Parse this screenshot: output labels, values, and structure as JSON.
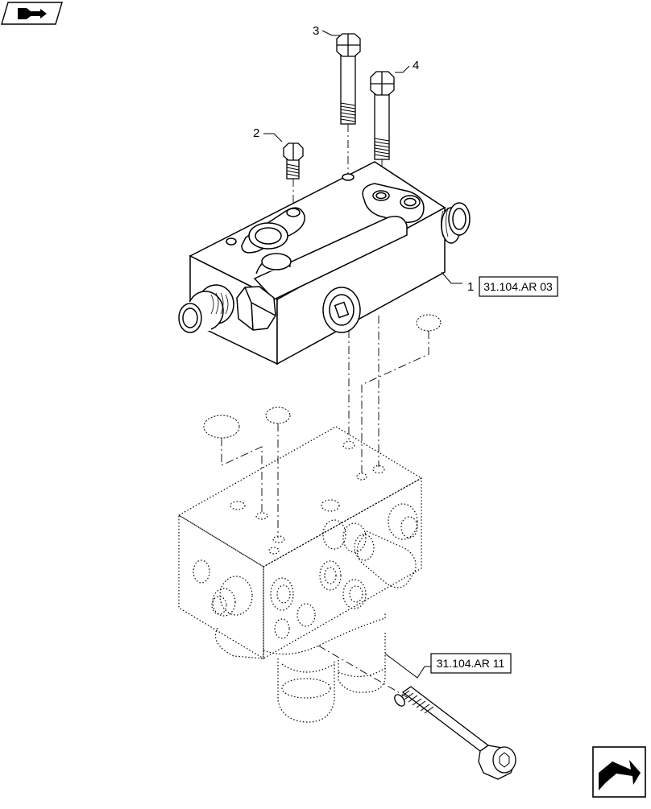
{
  "callouts": {
    "item1": "1",
    "item2": "2",
    "item3": "3",
    "item4": "4"
  },
  "references": {
    "valve_ref": "31.104.AR 03",
    "block_ref": "31.104.AR 11"
  },
  "icons": {
    "top_left": "previous-page-icon",
    "bottom_right": "next-page-icon"
  },
  "colors": {
    "line": "#000000",
    "background": "#ffffff"
  }
}
